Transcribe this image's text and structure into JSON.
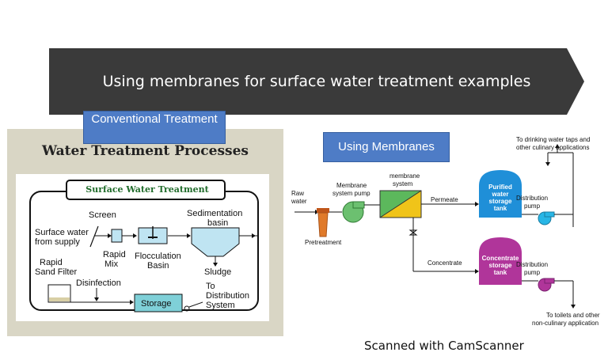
{
  "slide": {
    "title": "Using membranes for surface water treatment examples",
    "footer": "Scanned with CamScanner"
  },
  "conventional": {
    "tag": "Conventional Treatment",
    "heading": "Water Treatment Processes",
    "box_title": "Surface Water Treatment",
    "labels": {
      "screen": "Screen",
      "surface_water_1": "Surface water",
      "surface_water_2": "from supply",
      "rapid_mix_1": "Rapid",
      "rapid_mix_2": "Mix",
      "flocculation_1": "Flocculation",
      "flocculation_2": "Basin",
      "sedimentation_1": "Sedimentation",
      "sedimentation_2": "basin",
      "sludge": "Sludge",
      "rapid_sand_1": "Rapid",
      "rapid_sand_2": "Sand Filter",
      "disinfection": "Disinfection",
      "storage": "Storage",
      "distribution_1": "To",
      "distribution_2": "Distribution",
      "distribution_3": "System"
    }
  },
  "membranes": {
    "tag": "Using Membranes",
    "labels": {
      "raw_water_1": "Raw",
      "raw_water_2": "water",
      "pretreatment": "Pretreatment",
      "membrane_pump_1": "Membrane",
      "membrane_pump_2": "system pump",
      "membrane_system_1": "membrane",
      "membrane_system_2": "system",
      "permeate": "Permeate",
      "concentrate": "Concentrate",
      "purified_1": "Purified",
      "purified_2": "water",
      "purified_3": "storage",
      "purified_4": "tank",
      "concentrate_tank_1": "Concentrate",
      "concentrate_tank_2": "storage",
      "concentrate_tank_3": "tank",
      "dist_pump_top_1": "Distribution",
      "dist_pump_top_2": "pump",
      "dist_pump_bottom_1": "Distribution",
      "dist_pump_bottom_2": "pump",
      "drinking_1": "To drinking water taps and",
      "drinking_2": "other culinary applications",
      "toilets_1": "To toilets and other",
      "toilets_2": "non-culinary application"
    }
  },
  "colors": {
    "banner": "#3a3a3a",
    "tag_blue": "#4e7cc6",
    "panel_bg": "#d9d6c5",
    "tank_blue": "#1f8fd8",
    "tank_magenta": "#b0359a",
    "membrane_green": "#5cb85c",
    "membrane_yellow": "#f0c419",
    "pretreatment_orange": "#e07a2a",
    "pump_green": "#6cc070",
    "pump_cyan": "#28b6e6"
  }
}
